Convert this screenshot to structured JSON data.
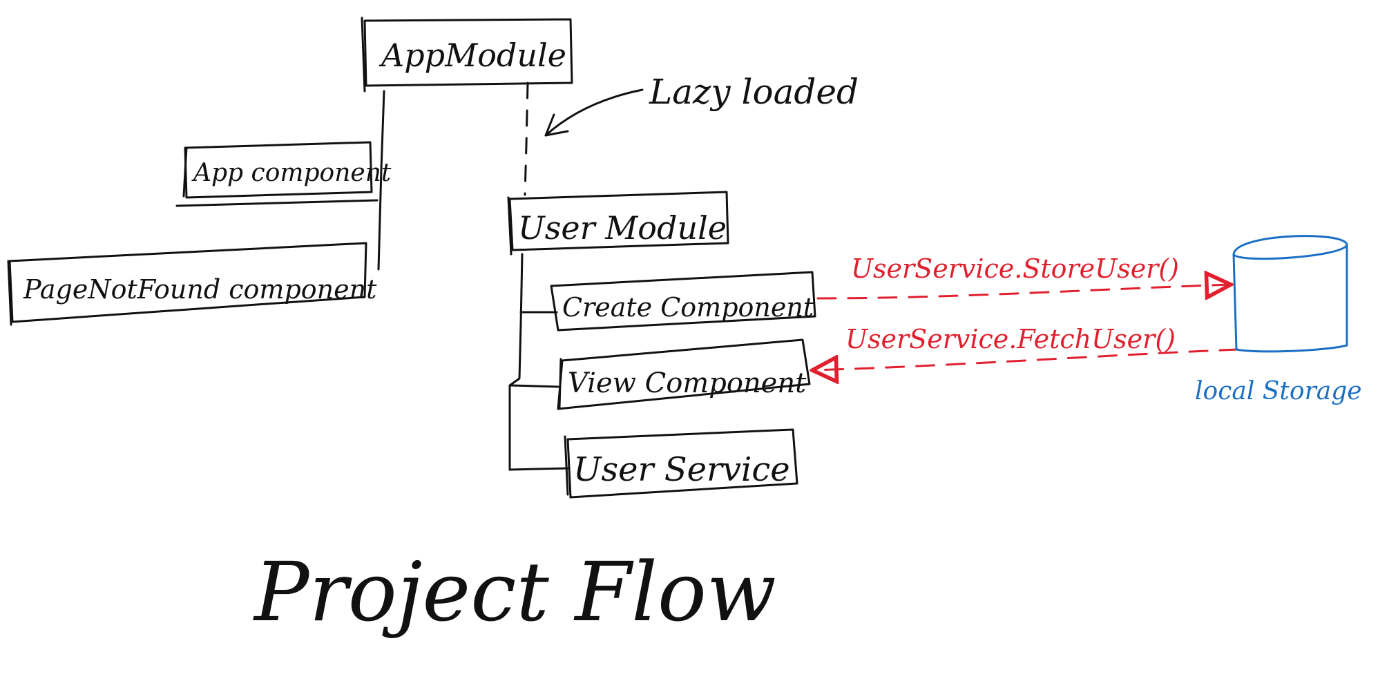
{
  "colors": {
    "ink": "#111111",
    "red": "#e0202e",
    "blue": "#1a6fc4"
  },
  "nodes": {
    "app_module": "AppModule",
    "app_component": "App component",
    "page_not_found": "PageNotFound component",
    "user_module": "User Module",
    "create_component": "Create Component",
    "view_component": "View Component",
    "user_service": "User Service",
    "local_storage": "local Storage"
  },
  "annotations": {
    "lazy_loaded": "Lazy loaded",
    "store_user": "UserService.StoreUser()",
    "fetch_user": "UserService.FetchUser()",
    "title": "Project Flow"
  }
}
